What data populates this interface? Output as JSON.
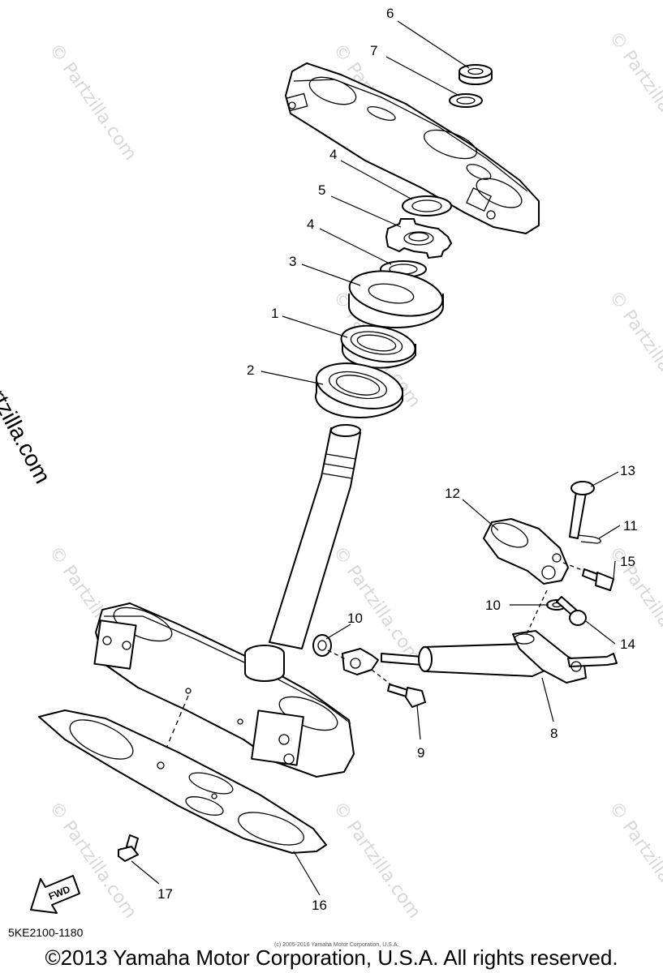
{
  "callouts": {
    "c1": "1",
    "c2": "2",
    "c3": "3",
    "c4a": "4",
    "c4b": "4",
    "c5": "5",
    "c6": "6",
    "c7": "7",
    "c8": "8",
    "c9": "9",
    "c10a": "10",
    "c10b": "10",
    "c11": "11",
    "c12": "12",
    "c13": "13",
    "c14": "14",
    "c15": "15",
    "c16": "16",
    "c17": "17"
  },
  "fwd_label": "FWD",
  "watermark": "© Partzilla.com",
  "side_watermark": "© Partzilla.com",
  "diagram_code": "5KE2100-1180",
  "tiny_copyright": "(c) 2005-2016 Yamaha Motor Corporation, U.S.A.",
  "copyright": "©2013 Yamaha Motor Corporation, U.S.A. All rights reserved."
}
